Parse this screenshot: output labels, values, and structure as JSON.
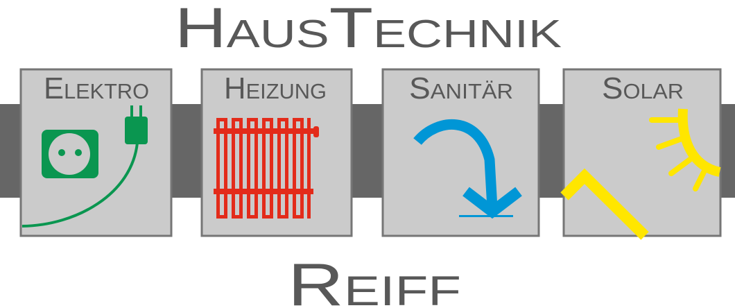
{
  "title": "HausTechnik",
  "subtitle": "Reiff",
  "tiles": [
    {
      "label": "Elektro",
      "icon": "power-socket-plug-icon",
      "color": "#0a9650"
    },
    {
      "label": "Heizung",
      "icon": "radiator-icon",
      "color": "#e32b1a"
    },
    {
      "label": "Sanitär",
      "icon": "water-arrow-icon",
      "color": "#0096d6"
    },
    {
      "label": "Solar",
      "icon": "sun-roof-icon",
      "color": "#ffe600"
    }
  ],
  "colors": {
    "text": "#585858",
    "band": "#666666",
    "tile": "#cbcbcb",
    "tile_border": "#767676"
  }
}
